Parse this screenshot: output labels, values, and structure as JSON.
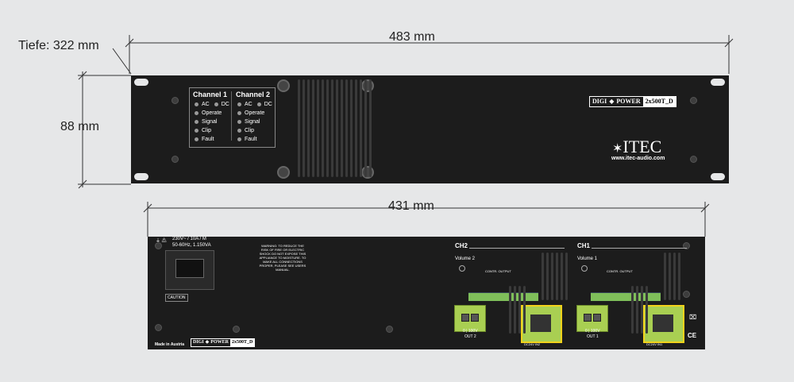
{
  "dimensions": {
    "depth": "Tiefe: 322 mm",
    "width_front": "483 mm",
    "height": "88 mm",
    "width_rear": "431 mm"
  },
  "front_panel": {
    "channel1": {
      "title": "Channel 1",
      "ac": "AC",
      "dc": "DC",
      "items": [
        "Operate",
        "Signal",
        "Clip",
        "Fault"
      ]
    },
    "channel2": {
      "title": "Channel 2",
      "ac": "AC",
      "dc": "DC",
      "items": [
        "Operate",
        "Signal",
        "Clip",
        "Fault"
      ]
    },
    "model_left": "DIGI",
    "model_mid": "POWER",
    "model_right": "2x500T_D",
    "brand": "ITEC",
    "website": "www.itec-audio.com"
  },
  "rear_panel": {
    "power_rating_1": "230V~ / 10A / M",
    "power_rating_2": "50-60Hz, 1.150VA",
    "warning": "WARNING: TO REDUCE THE RISK OF FIRE OR ELECTRIC SHOCK DO NOT EXPOSE THIS APPLIANCE TO MOISTURE. TO MAKE ALL CONNECTIONS PROPER, PLEASE SEE USERS MANUAL.",
    "caution": "CAUTION",
    "made_in": "Made in Austria",
    "model_left": "DIGI",
    "model_mid": "POWER",
    "model_right": "2x500T_D",
    "ch2": {
      "label": "CH2",
      "volume": "Volume 2",
      "ctrl": "CONTR. OUTPUT",
      "out_label1": "0 | 100V",
      "out_label2": "OUT 2",
      "dc_label": "DC24V IN2"
    },
    "ch1": {
      "label": "CH1",
      "volume": "Volume 1",
      "ctrl": "CONTR. OUTPUT",
      "out_label1": "0 | 100V",
      "out_label2": "OUT 1",
      "dc_label": "DC24V IN1"
    },
    "ce": "CE"
  },
  "colors": {
    "panel": "#1c1c1c",
    "background": "#e6e7e8",
    "terminal_green": "#a9cf52",
    "terminal_yellow": "#f2d21b"
  }
}
